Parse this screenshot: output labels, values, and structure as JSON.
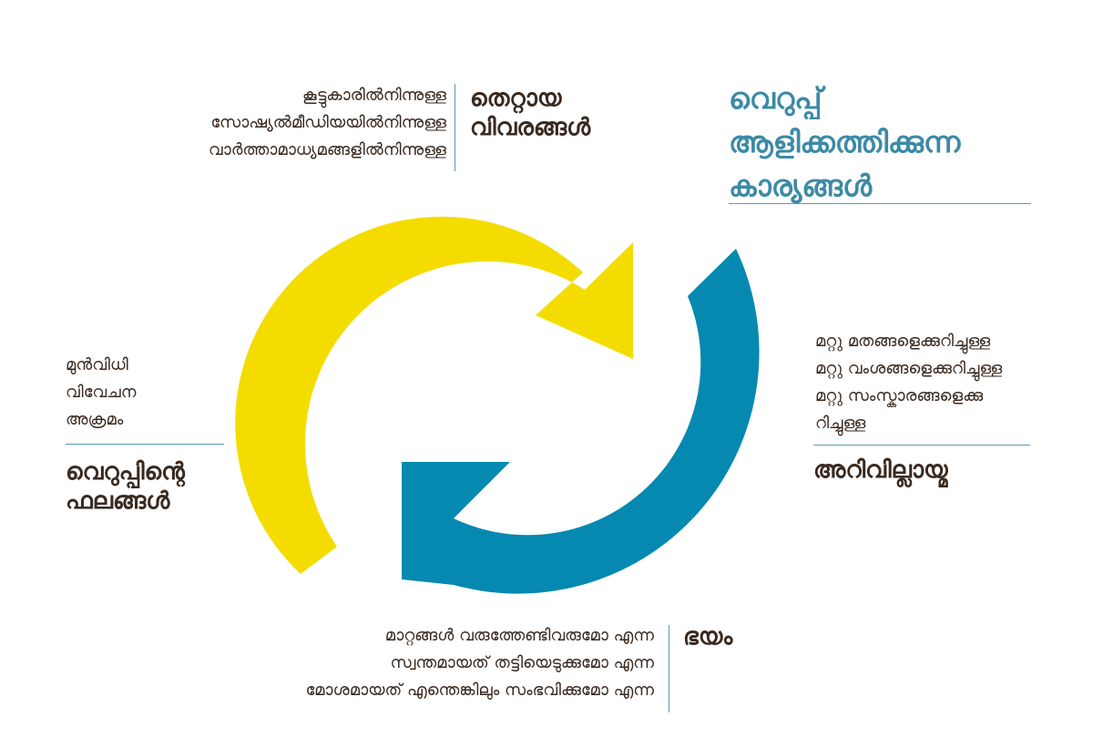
{
  "colors": {
    "yellow": "#f4dc00",
    "blue": "#0589b0",
    "teal_text": "#3c8aa6",
    "text": "#3a2a20",
    "rule": "#5a9ab8"
  },
  "top_left": {
    "lines": [
      "കൂട്ടുകാരിൽനിന്നുള്ള",
      "സോഷ്യൽമീഡിയയിൽനിന്നുള്ള",
      "വാർത്താമാധ്യമങ്ങളിൽനിന്നുള്ള"
    ],
    "heading": [
      "തെറ്റായ",
      "വിവരങ്ങൾ"
    ]
  },
  "top_right": {
    "heading": [
      "വെറുപ്പ്",
      "ആളിക്കത്തിക്കുന്ന",
      "കാര്യങ്ങൾ"
    ]
  },
  "right": {
    "lines": [
      "മറ്റു മതങ്ങളെക്കുറിച്ചുള്ള",
      "മറ്റു വംശങ്ങളെക്കുറിച്ചുള്ള",
      "മറ്റു സംസ്കാരങ്ങളെക്കു",
      "റിച്ചുള്ള"
    ],
    "heading": "അറിവില്ലായ്മ"
  },
  "bottom": {
    "lines": [
      "മാറ്റങ്ങൾ വരുത്തേണ്ടിവരുമോ എന്ന",
      "സ്വന്തമായത് തട്ടിയെടുക്കുമോ എന്ന",
      "മോശമായത് എന്തെങ്കിലും സംഭവിക്കുമോ എന്ന"
    ],
    "heading": "ഭയം"
  },
  "left": {
    "lines": [
      "മുൻവിധി",
      "വിവേചന",
      "അക്രമം"
    ],
    "heading": [
      "വെറുപ്പിന്റെ",
      "ഫലങ്ങൾ"
    ]
  }
}
